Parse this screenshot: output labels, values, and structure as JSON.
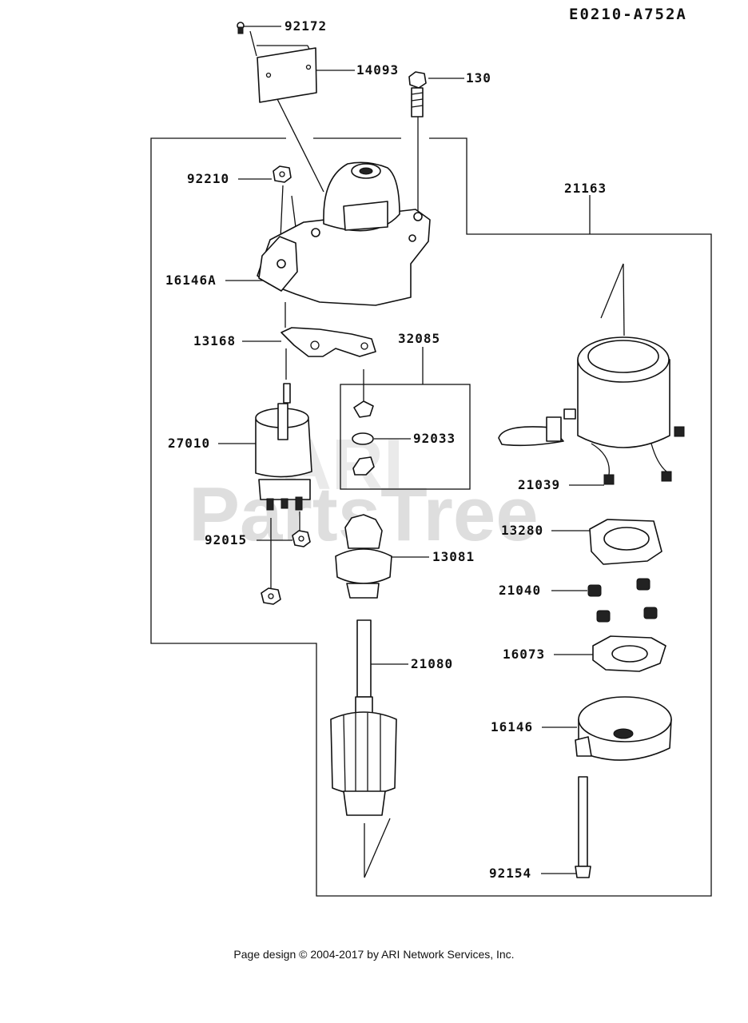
{
  "diagram_code": "E0210-A752A",
  "watermark": {
    "main": "PartsTree",
    "sub": "ARI"
  },
  "parts": [
    {
      "id": "p92172",
      "label": "92172"
    },
    {
      "id": "p14093",
      "label": "14093"
    },
    {
      "id": "p130",
      "label": "130"
    },
    {
      "id": "p92210",
      "label": "92210"
    },
    {
      "id": "p21163",
      "label": "21163"
    },
    {
      "id": "p16146A",
      "label": "16146A"
    },
    {
      "id": "p13168",
      "label": "13168"
    },
    {
      "id": "p32085",
      "label": "32085"
    },
    {
      "id": "p27010",
      "label": "27010"
    },
    {
      "id": "p92033",
      "label": "92033"
    },
    {
      "id": "p21039",
      "label": "21039"
    },
    {
      "id": "p13280",
      "label": "13280"
    },
    {
      "id": "p92015",
      "label": "92015"
    },
    {
      "id": "p13081",
      "label": "13081"
    },
    {
      "id": "p21040",
      "label": "21040"
    },
    {
      "id": "p16073",
      "label": "16073"
    },
    {
      "id": "p21080",
      "label": "21080"
    },
    {
      "id": "p16146",
      "label": "16146"
    },
    {
      "id": "p92154",
      "label": "92154"
    }
  ],
  "footer": "Page design © 2004-2017 by ARI Network Services, Inc."
}
